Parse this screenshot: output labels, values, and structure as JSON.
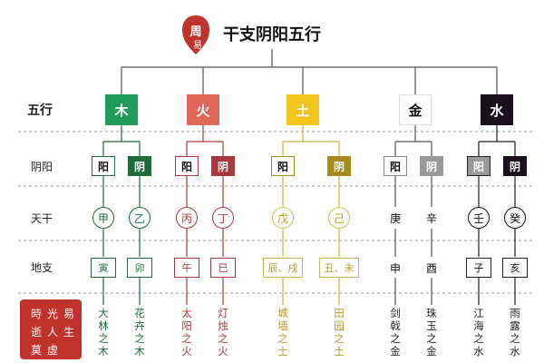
{
  "title": "干支阴阳五行",
  "logo_text": "周易",
  "seal_text": "時光易逝人生莫虛",
  "row_labels": {
    "wuxing": "五行",
    "yinyang": "阴阳",
    "tiangan": "天干",
    "dizhi": "地支"
  },
  "elements": [
    {
      "name": "木",
      "color": "#1f9c5a",
      "yang": "阳",
      "yin": "阴",
      "stem1": "甲",
      "stem2": "乙",
      "branch1": "寅",
      "branch2": "卯",
      "nayin1": "大林之木",
      "nayin2": "花卉之木"
    },
    {
      "name": "火",
      "color": "#e0685a",
      "yang": "阳",
      "yin": "阴",
      "stem1": "丙",
      "stem2": "丁",
      "branch1": "午",
      "branch2": "巳",
      "nayin1": "太阳之火",
      "nayin2": "灯烛之火"
    },
    {
      "name": "土",
      "color": "#f2c51c",
      "yang": "阳",
      "yin": "阴",
      "stem1": "戊",
      "stem2": "己",
      "branch1": "辰、戌",
      "branch2": "丑、未",
      "nayin1": "城墙之土",
      "nayin2": "田园之土"
    },
    {
      "name": "金",
      "color": "#ffffff",
      "yang": "阳",
      "yin": "阴",
      "stem1": "庚",
      "stem2": "辛",
      "branch1": "申",
      "branch2": "酉",
      "nayin1": "剑戟之金",
      "nayin2": "珠玉之金"
    },
    {
      "name": "水",
      "color": "#1a0f1e",
      "yang": "阳",
      "yin": "阴",
      "stem1": "壬",
      "stem2": "癸",
      "branch1": "子",
      "branch2": "亥",
      "nayin1": "江海之水",
      "nayin2": "雨露之水"
    }
  ],
  "theme": {
    "wood": "#1f9c5a",
    "wood_dark": "#1e6b3c",
    "fire": "#e0685a",
    "fire_dark": "#a83c3c",
    "earth": "#f2c51c",
    "earth_dark": "#a8891c",
    "metal": "#333333",
    "metal_gray": "#9a9a9a",
    "water": "#1a0f1e",
    "water_gray": "#8a8a8a",
    "seal_red": "#c0322c"
  }
}
